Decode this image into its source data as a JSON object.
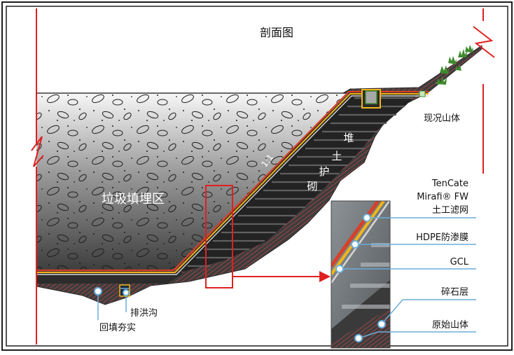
{
  "diagram": {
    "title": "剖面图",
    "zones": {
      "landfill": "垃圾填埋区",
      "slope_ratio": "1:1",
      "berm_chars": [
        "堆",
        "土",
        "护",
        "砌"
      ],
      "existing_mountain": "现况山体"
    },
    "callouts": {
      "backfill": "回填夯实",
      "drainage_ditch": "排洪沟"
    },
    "detail_layers": [
      {
        "lines": [
          "TenCate",
          "Mirafi® FW",
          "土工滤网"
        ]
      },
      {
        "lines": [
          "HDPE防渗膜"
        ]
      },
      {
        "lines": [
          "GCL"
        ]
      },
      {
        "lines": [
          "碎石层"
        ]
      },
      {
        "lines": [
          "原始山体"
        ]
      }
    ],
    "colors": {
      "cut_line": "#e02020",
      "geotextile": "#d7402a",
      "hdpe": "#f2b619",
      "gcl_edge": "#d6d6d6",
      "leader": "#6aaedc",
      "vegetation": "#3f8a2e"
    }
  }
}
